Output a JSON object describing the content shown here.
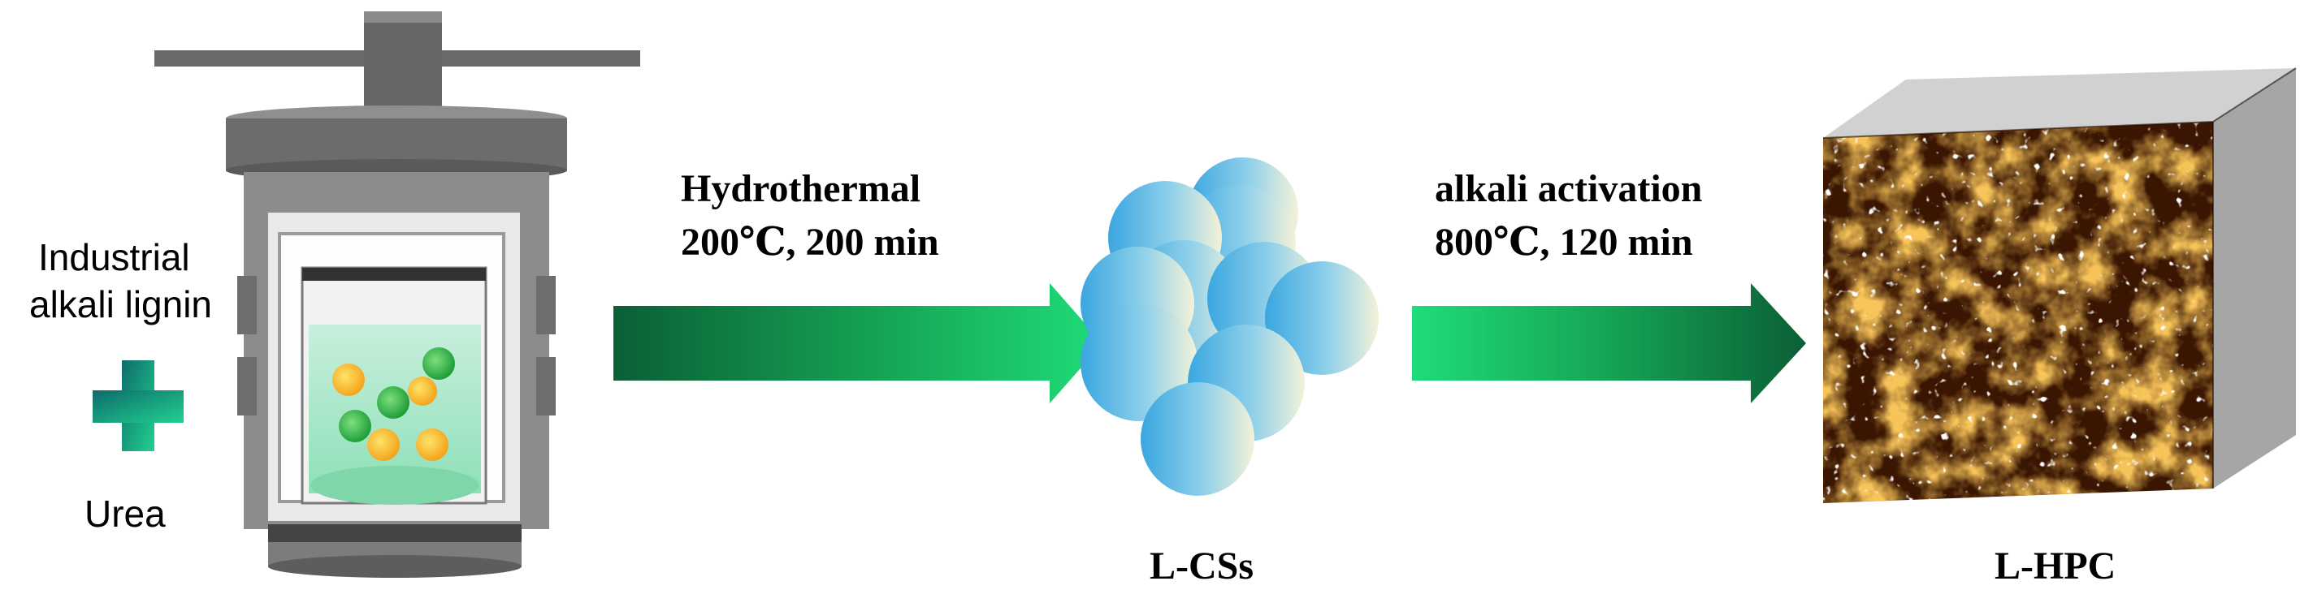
{
  "inputs": {
    "line1": "Industrial",
    "line2": "alkali lignin",
    "plus_icon": "plus-icon",
    "line3": "Urea"
  },
  "step1": {
    "line1": "Hydrothermal",
    "line2": "200℃, 200 min"
  },
  "step2": {
    "line1": "alkali activation",
    "line2": "800℃, 120 min"
  },
  "products": {
    "spheres": "L-CSs",
    "carbon": "L-HPC"
  },
  "colors": {
    "arrow_dark": "#0b5f35",
    "arrow_bright": "#1fdc78",
    "plus_dark": "#0e6b6a",
    "plus_light": "#21d190",
    "sphere_blue": "#3aa6e0",
    "sphere_cream": "#f4f2d8",
    "carbon_orange": "#f29a1d",
    "carbon_dark": "#3a1602"
  }
}
